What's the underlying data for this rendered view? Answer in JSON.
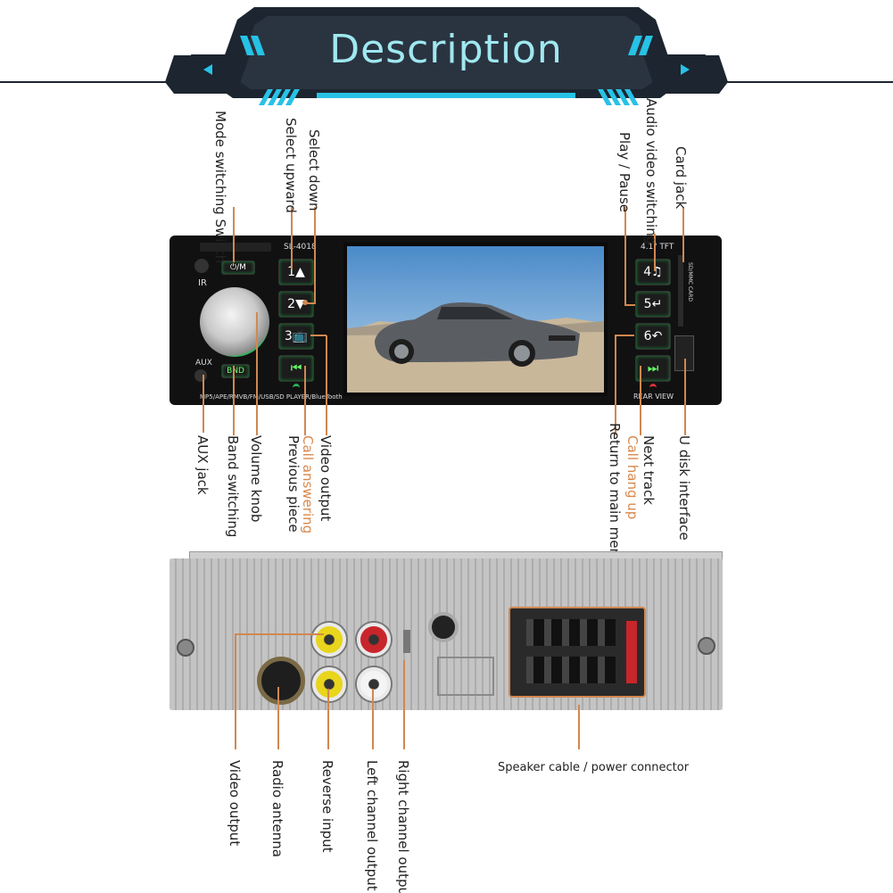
{
  "header": {
    "title": "Description"
  },
  "front_panel": {
    "model": "SL-4018",
    "screen_size": "4.1\" TFT",
    "card_slot": "SD/MMC CARD",
    "rear_view": "REAR VIEW",
    "formats": "MP5/APE/RMVB/FM/USB/SD PLAYER/BlueTooth",
    "aux": "AUX",
    "bnd": "BND",
    "mode_key": "⏻/M",
    "buttons": {
      "b1": "1▲",
      "b2": "2▼",
      "b3": "3📺",
      "b4": "4♫",
      "b5": "5↵",
      "b6": "6↶",
      "prev": "⏮",
      "next": "⏭"
    }
  },
  "front_labels": {
    "mode_switching": "Mode switching Switch",
    "select_upward": "Select upward",
    "select_down": "Select down",
    "aux_jack": "AUX jack",
    "band_switching": "Band switching",
    "volume_knob": "Volume knob",
    "call_answering": "Call answering",
    "previous_piece": "Previous piece",
    "video_output": "Video output",
    "play_pause": "Play / Pause",
    "audio_video_switching": "Audio video switching",
    "card_jack": "Card jack",
    "return_main_menu": "Return to main menu",
    "call_hang_up": "Call hang up",
    "next_track": "Next track",
    "u_disk": "U disk interface"
  },
  "rear_labels": {
    "video_output": "Video output",
    "radio_antenna": "Radio antenna",
    "reverse_input": "Reverse input",
    "left_channel": "Left channel output",
    "right_channel": "Right channel output",
    "speaker_power": "Speaker cable / power connector"
  },
  "colors": {
    "accent": "#d08850",
    "header_dark": "#1c2530",
    "header_cyan": "#27c2e6",
    "button_glow": "#1e8f3e"
  }
}
